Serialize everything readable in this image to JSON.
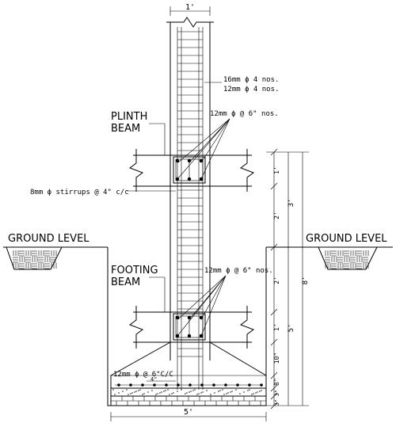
{
  "dimensions": {
    "column_width": "1'",
    "footing_width": "5'",
    "d_1ft_top": "1'",
    "d_2ft_a": "2'",
    "d_2ft_b": "2'",
    "d_1ft_b": "1'",
    "d_10in": "10\"",
    "d_8in": "8\"",
    "d_3in_a": "3\"",
    "d_3in_b": "3\"",
    "d_3ft": "3'",
    "d_5ft": "5'",
    "d_8ft": "8'",
    "footing_bar_spacing": "4\""
  },
  "labels": {
    "ground_left": "GROUND LEVEL",
    "ground_right": "GROUND LEVEL",
    "plinth_1": "PLINTH",
    "plinth_2": "BEAM",
    "footing_1": "FOOTING",
    "footing_2": "BEAM",
    "main_bars_1": "16mm ϕ 4 nos.",
    "main_bars_2": "12mm ϕ 4 nos.",
    "plinth_bars": "12mm ϕ @ 6\" nos.",
    "stirrups": "8mm ϕ stirrups @ 4\" c/c",
    "footing_beam_bars": "12mm ϕ @ 6\" nos.",
    "footing_mesh": "12mm ϕ @ 6\"C/C"
  }
}
